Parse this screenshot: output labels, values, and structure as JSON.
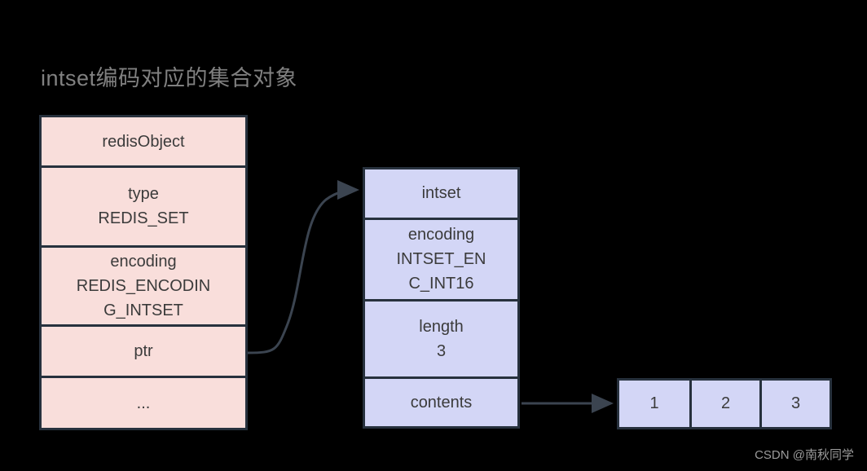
{
  "title": "intset编码对应的集合对象",
  "watermark": "CSDN @南秋同学",
  "colors": {
    "background": "#000000",
    "pink_fill": "#f9dedb",
    "blue_fill": "#d3d6f6",
    "border": "#27313d",
    "text": "#3b3b3b",
    "title_text": "#808080",
    "arrow": "#3b4450",
    "watermark_text": "#9a9a9a"
  },
  "redis_object": {
    "rows": [
      {
        "title": "redisObject",
        "value": ""
      },
      {
        "title": "type",
        "value": "REDIS_SET"
      },
      {
        "title": "encoding",
        "value": "REDIS_ENCODIN",
        "value2": "G_INTSET"
      },
      {
        "title": "ptr",
        "value": ""
      },
      {
        "title": "...",
        "value": ""
      }
    ]
  },
  "intset": {
    "rows": [
      {
        "title": "intset",
        "value": ""
      },
      {
        "title": "encoding",
        "value": "INTSET_EN",
        "value2": "C_INT16"
      },
      {
        "title": "length",
        "value": "3"
      },
      {
        "title": "contents",
        "value": ""
      }
    ]
  },
  "contents_array": {
    "cells": [
      "1",
      "2",
      "3"
    ]
  },
  "arrows": [
    {
      "name": "ptr-to-intset",
      "style": "curved"
    },
    {
      "name": "contents-to-array",
      "style": "straight"
    }
  ]
}
